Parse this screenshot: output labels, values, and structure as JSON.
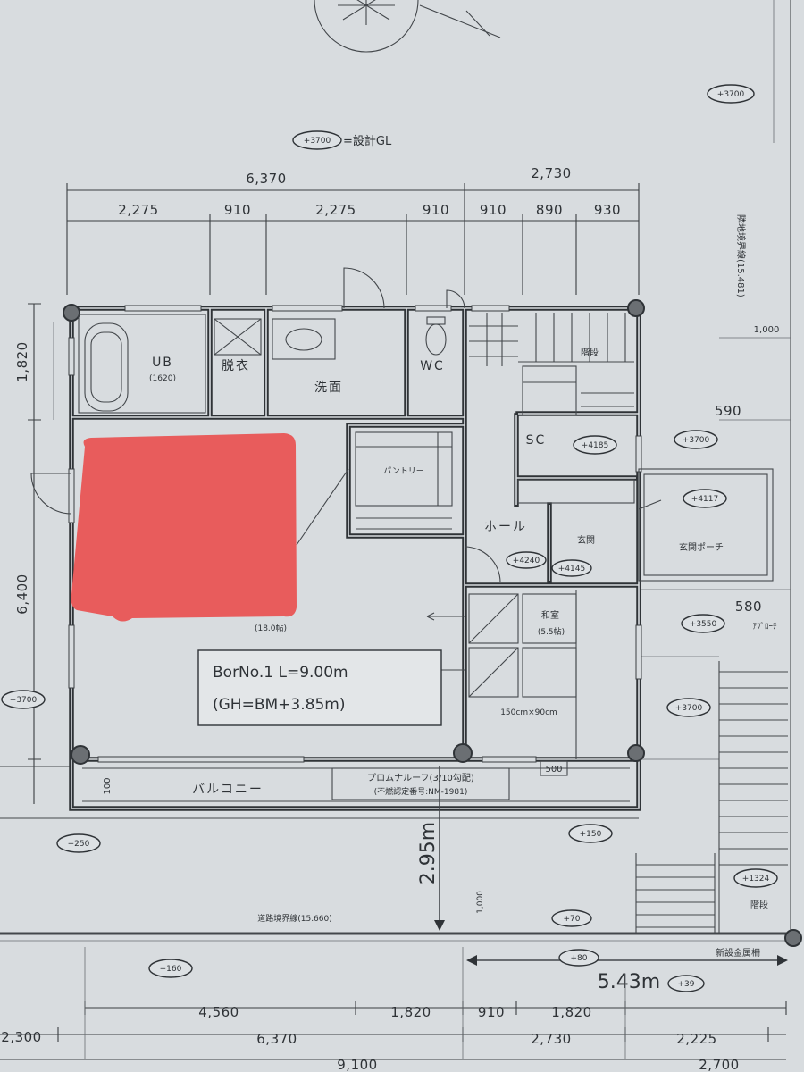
{
  "title": {
    "gl_level": "+3700",
    "gl_note": "=設計GL"
  },
  "dimensions": {
    "top_overall": [
      "6,370",
      "2,730"
    ],
    "top_detail": [
      "2,275",
      "910",
      "2,275",
      "910",
      "910",
      "890",
      "930"
    ],
    "left": [
      "1,820",
      "6,400"
    ],
    "balcony_depth": "100",
    "right": [
      "1,000",
      "590",
      "580"
    ],
    "storage_width": "500",
    "setback": "1,000",
    "bottom_detail": [
      "4,560",
      "1,820",
      "910",
      "1,820"
    ],
    "bottom_overall": [
      "2,300",
      "6,370",
      "2,730",
      "2,225"
    ],
    "bottom_total": [
      "9,100",
      "2,700"
    ]
  },
  "rooms": {
    "unit_bath": "UB",
    "unit_bath_size": "(1620)",
    "dressing": "脱衣",
    "washroom": "洗面",
    "toilet": "WC",
    "stairs": "階段",
    "shoe_closet": "SC",
    "pantry": "パントリー",
    "hall": "ホール",
    "entrance": "玄関",
    "porch": "玄関ポーチ",
    "japanese_room": "和室",
    "japanese_room_size": "(5.5帖)",
    "ldk_size": "(18.0帖)",
    "balcony": "バルコニー",
    "approach": "ｱﾌﾟﾛｰﾁ",
    "outdoor_steps": "階段"
  },
  "levels": [
    "+3700",
    "+4185",
    "+3700",
    "+4117",
    "+4240",
    "+4145",
    "+3550",
    "+3700",
    "+3700",
    "+250",
    "+150",
    "+1324",
    "+70",
    "+160",
    "+80",
    "+39"
  ],
  "annotations": {
    "bore_line1": "BorNo.1    L=9.00m",
    "bore_line2": "(GH=BM+3.85m)",
    "height_note": "2.95m",
    "distance_note": "5.43m",
    "roof_spec": "プロムナルーフ(3/10勾配)",
    "roof_cert": "(不燃認定番号:NM-1981)",
    "road_boundary": "道路境界線(15.660)",
    "new_fence": "新設金属柵",
    "storage_size": "150cm×90cm",
    "adjacent_boundary": "隣地境界線(15.481)"
  },
  "colors": {
    "paper": "#d8dcdf",
    "ink": "#2f3337",
    "redaction": "#e85c5c",
    "label_box": "#e3e6e8"
  }
}
